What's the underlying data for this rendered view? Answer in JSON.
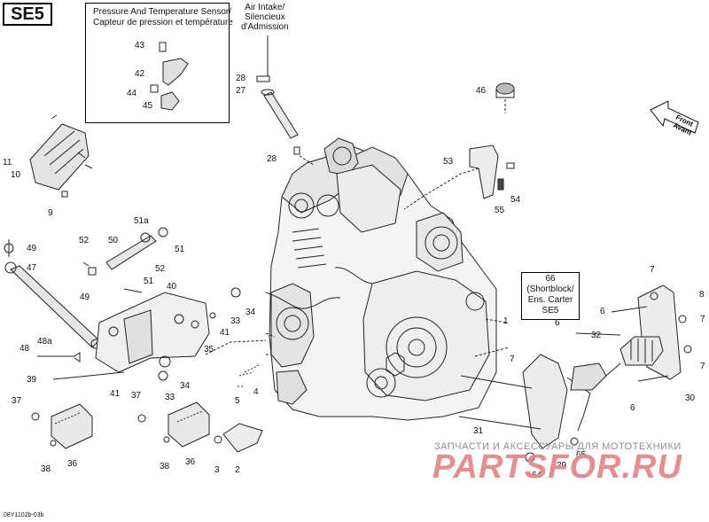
{
  "section_code": "SE5",
  "sensor_box": {
    "title_line1": "Pressure And Temperature Sensor/",
    "title_line2": "Capteur de pression et température"
  },
  "air_intake": {
    "line1": "Air Intake/",
    "line2": "Silencieux",
    "line3": "d'Admission"
  },
  "front_arrow": {
    "line1": "Front",
    "line2": "Avant"
  },
  "callout_66": {
    "line1": "66",
    "line2": "(Shortblock/",
    "line3": "Ens. Carter",
    "line4": "SE5"
  },
  "labels": [
    "43",
    "42",
    "44",
    "45",
    "28",
    "27",
    "28",
    "46",
    "53",
    "54",
    "55",
    "11",
    "10",
    "9",
    "49",
    "47",
    "48a",
    "48",
    "39",
    "52",
    "50",
    "51a",
    "51",
    "52",
    "51",
    "40",
    "49",
    "41",
    "33",
    "34",
    "35",
    "41",
    "33",
    "34",
    "37",
    "38",
    "36",
    "37",
    "38",
    "36",
    "3",
    "2",
    "5",
    "4",
    "1",
    "31",
    "6",
    "7",
    "8",
    "7",
    "6",
    "6",
    "32",
    "30",
    "7",
    "7",
    "65",
    "29",
    "64"
  ],
  "doc_code": "08Y1102b-03b",
  "watermark": {
    "line1": "ЗАПЧАСТИ И АКСЕССУАРЫ ДЛЯ МОТОТЕХНИКИ",
    "line2": "PARTSFOR.RU"
  },
  "colors": {
    "ink": "#111111",
    "watermark_red": "#e58e90",
    "watermark_gray": "#8e8e8e"
  }
}
